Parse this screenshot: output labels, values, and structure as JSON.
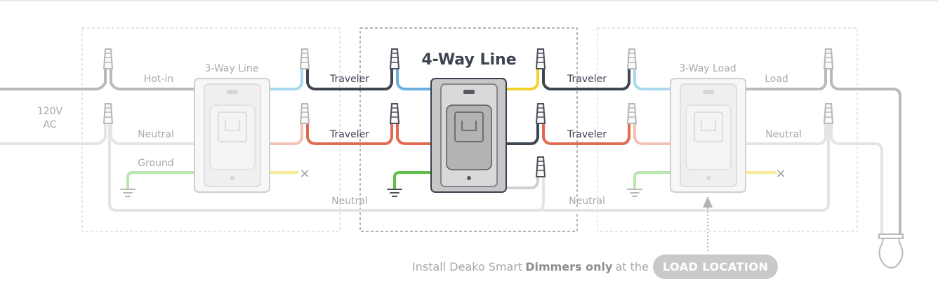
{
  "colors": {
    "hot": "#b9b9b9",
    "neutral": "#e4e4e4",
    "traveler_black": "#3d4651",
    "traveler_red": "#e06a50",
    "traveler_blue": "#6aaee0",
    "traveler_yellow": "#f2d22c",
    "ground": "#5fbf4a",
    "pale_blue": "#a8d8ef",
    "pale_red": "#f3c2b6",
    "pale_yellow": "#f7ec9c",
    "pale_ground": "#b9e6ae",
    "switch_active": "#3c4250",
    "switch_faded": "#c9c9c9",
    "accent_pill": "#c9c9c9"
  },
  "source": {
    "label_line1": "120V",
    "label_line2": "AC"
  },
  "left_box": {
    "title": "3-Way Line",
    "labels": {
      "hot_in": "Hot-in",
      "neutral": "Neutral",
      "ground": "Ground"
    }
  },
  "center_box": {
    "title": "4-Way Line",
    "labels": {
      "traveler_top_left": "Traveler",
      "traveler_bottom_left": "Traveler",
      "neutral_left": "Neutral"
    }
  },
  "right_box": {
    "title": "3-Way Load",
    "labels": {
      "traveler_top": "Traveler",
      "traveler_bottom": "Traveler",
      "neutral_left": "Neutral",
      "load": "Load",
      "neutral": "Neutral"
    }
  },
  "cap_symbol": "×",
  "footer": {
    "prefix": "Install Deako Smart ",
    "emphasis": "Dimmers only",
    "suffix": " at the",
    "pill": "LOAD LOCATION"
  }
}
